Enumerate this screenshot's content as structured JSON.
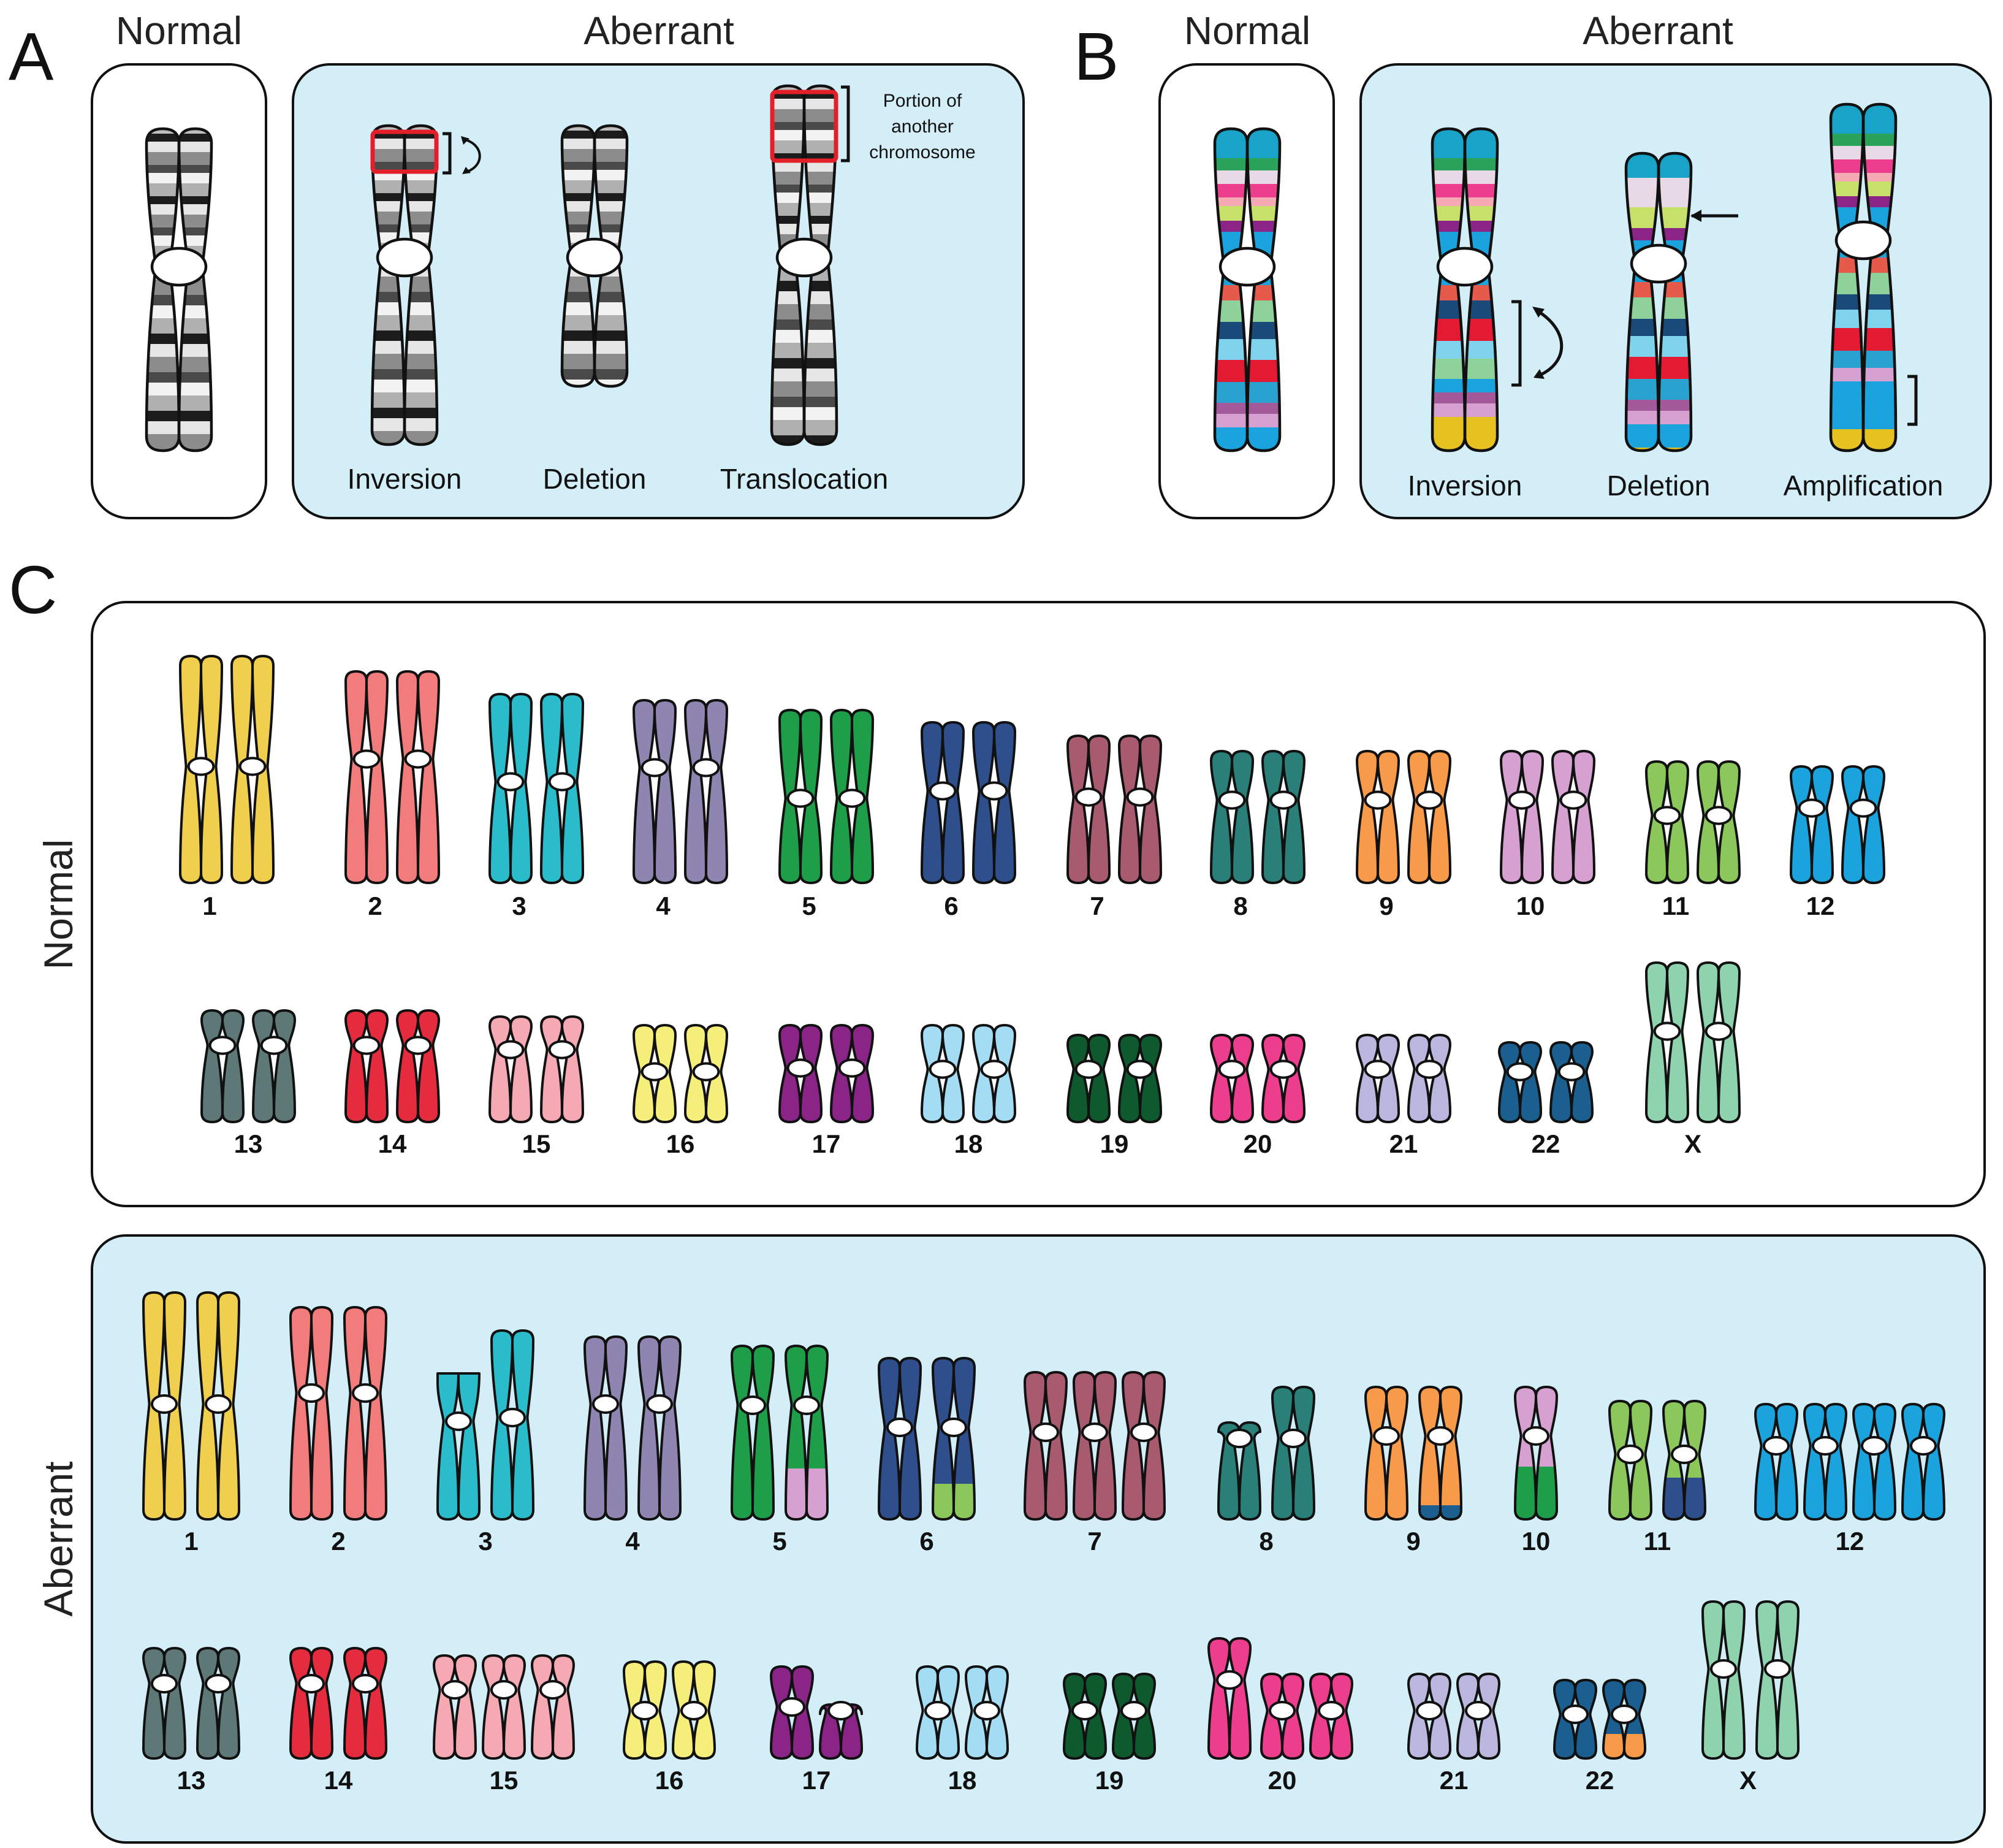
{
  "panels": {
    "a": {
      "letter": "A",
      "normal_header": "Normal",
      "aberrant_header": "Aberrant",
      "labels": [
        "Inversion",
        "Deletion",
        "Translocation"
      ],
      "translocation_note": [
        "Portion of",
        "another",
        "chromosome"
      ]
    },
    "b": {
      "letter": "B",
      "normal_header": "Normal",
      "aberrant_header": "Aberrant",
      "labels": [
        "Inversion",
        "Deletion",
        "Amplification"
      ]
    },
    "c": {
      "letter": "C",
      "normal_side": "Normal",
      "aberrant_side": "Aberrant",
      "normal_row1": [
        "1",
        "2",
        "3",
        "4",
        "5",
        "6",
        "7",
        "8",
        "9",
        "10",
        "11",
        "12"
      ],
      "normal_row2": [
        "13",
        "14",
        "15",
        "16",
        "17",
        "18",
        "19",
        "20",
        "21",
        "22",
        "X"
      ],
      "aberrant_row1": [
        "1",
        "2",
        "3",
        "4",
        "5",
        "6",
        "7",
        "8",
        "9",
        "10",
        "11",
        "12"
      ],
      "aberrant_row2": [
        "13",
        "14",
        "15",
        "16",
        "17",
        "18",
        "19",
        "20",
        "21",
        "22",
        "X"
      ]
    }
  },
  "colors": {
    "background_light_blue": "#d4eef8",
    "chr1": "#f0cf4e",
    "chr2": "#f27b7c",
    "chr3": "#2bbccc",
    "chr4": "#8e85b0",
    "chr5": "#1f9e4a",
    "chr6": "#2e4f8c",
    "chr7": "#a85a6e",
    "chr8": "#2a7f79",
    "chr9": "#f79a4a",
    "chr10": "#d6a0d0",
    "chr11": "#8bc75a",
    "chr12": "#1aa3dd",
    "chr13": "#5e7877",
    "chr14": "#e52b3e",
    "chr15": "#f4a9b3",
    "chr16": "#f5ee7a",
    "chr17": "#8b2487",
    "chr18": "#a4dcf3",
    "chr19": "#0e5a2e",
    "chr20": "#ec3e8d",
    "chr21": "#bab6de",
    "chr22": "#1a5f8f",
    "chrX": "#8ed3ae",
    "highlight_red": "#e3202a"
  }
}
